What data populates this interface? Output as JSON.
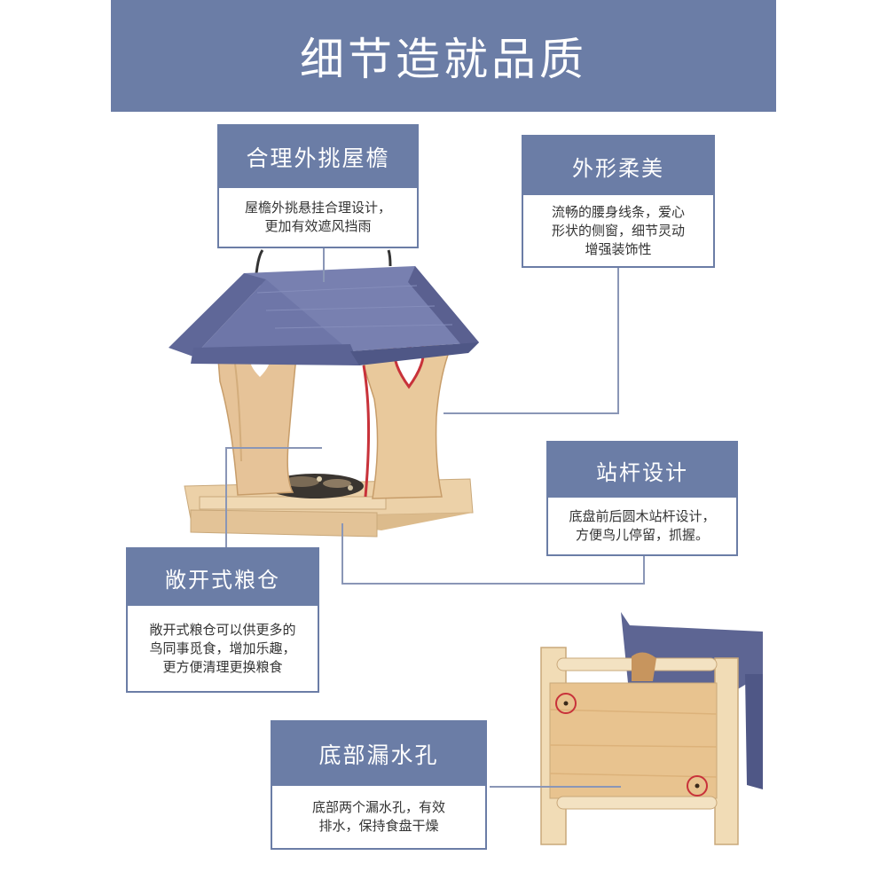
{
  "header": {
    "title": "细节造就品质"
  },
  "callouts": {
    "eaves": {
      "title": "合理外挑屋檐",
      "lines": [
        "屋檐外挑悬挂合理设计，",
        "更加有效遮风挡雨"
      ]
    },
    "shape": {
      "title": "外形柔美",
      "lines": [
        "流畅的腰身线条，爱心",
        "形状的侧窗，细节灵动",
        "增强装饰性"
      ]
    },
    "perch": {
      "title": "站杆设计",
      "lines": [
        "底盘前后圆木站杆设计，",
        "方便鸟儿停留，抓握。"
      ]
    },
    "granary": {
      "title": "敞开式粮仓",
      "lines": [
        "敞开式粮仓可以供更多的",
        "鸟同事觅食，增加乐趣，",
        "更方便清理更换粮食"
      ]
    },
    "drain": {
      "title": "底部漏水孔",
      "lines": [
        "底部两个漏水孔，有效",
        "排水，保持食盘干燥"
      ]
    }
  },
  "colors": {
    "accent": "#6b7da6",
    "roof": "#6e76a8",
    "wood": "#e7c9a0",
    "heart_red": "#c8323a"
  }
}
